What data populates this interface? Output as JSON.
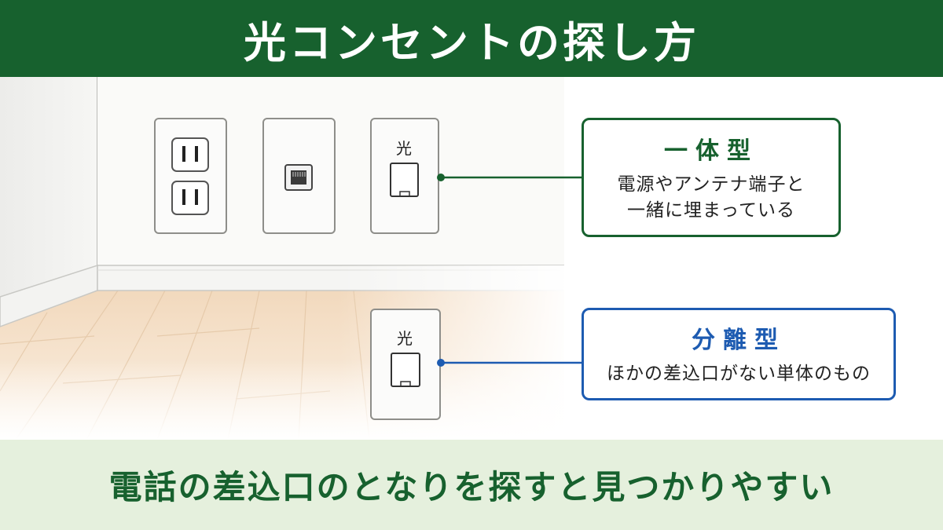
{
  "header": {
    "title": "光コンセントの探し方"
  },
  "outlets": {
    "optical_label": "光"
  },
  "callouts": {
    "integrated": {
      "title": "一体型",
      "desc_line1": "電源やアンテナ端子と",
      "desc_line2": "一緒に埋まっている"
    },
    "separate": {
      "title": "分離型",
      "desc": "ほかの差込口がない単体のもの"
    }
  },
  "footer": {
    "text": "電話の差込口のとなりを探すと見つかりやすい"
  },
  "colors": {
    "header_green": "#17612e",
    "footer_bg": "#e5f0dd",
    "integrated_green": "#17612e",
    "separate_blue": "#1d5bb1"
  }
}
